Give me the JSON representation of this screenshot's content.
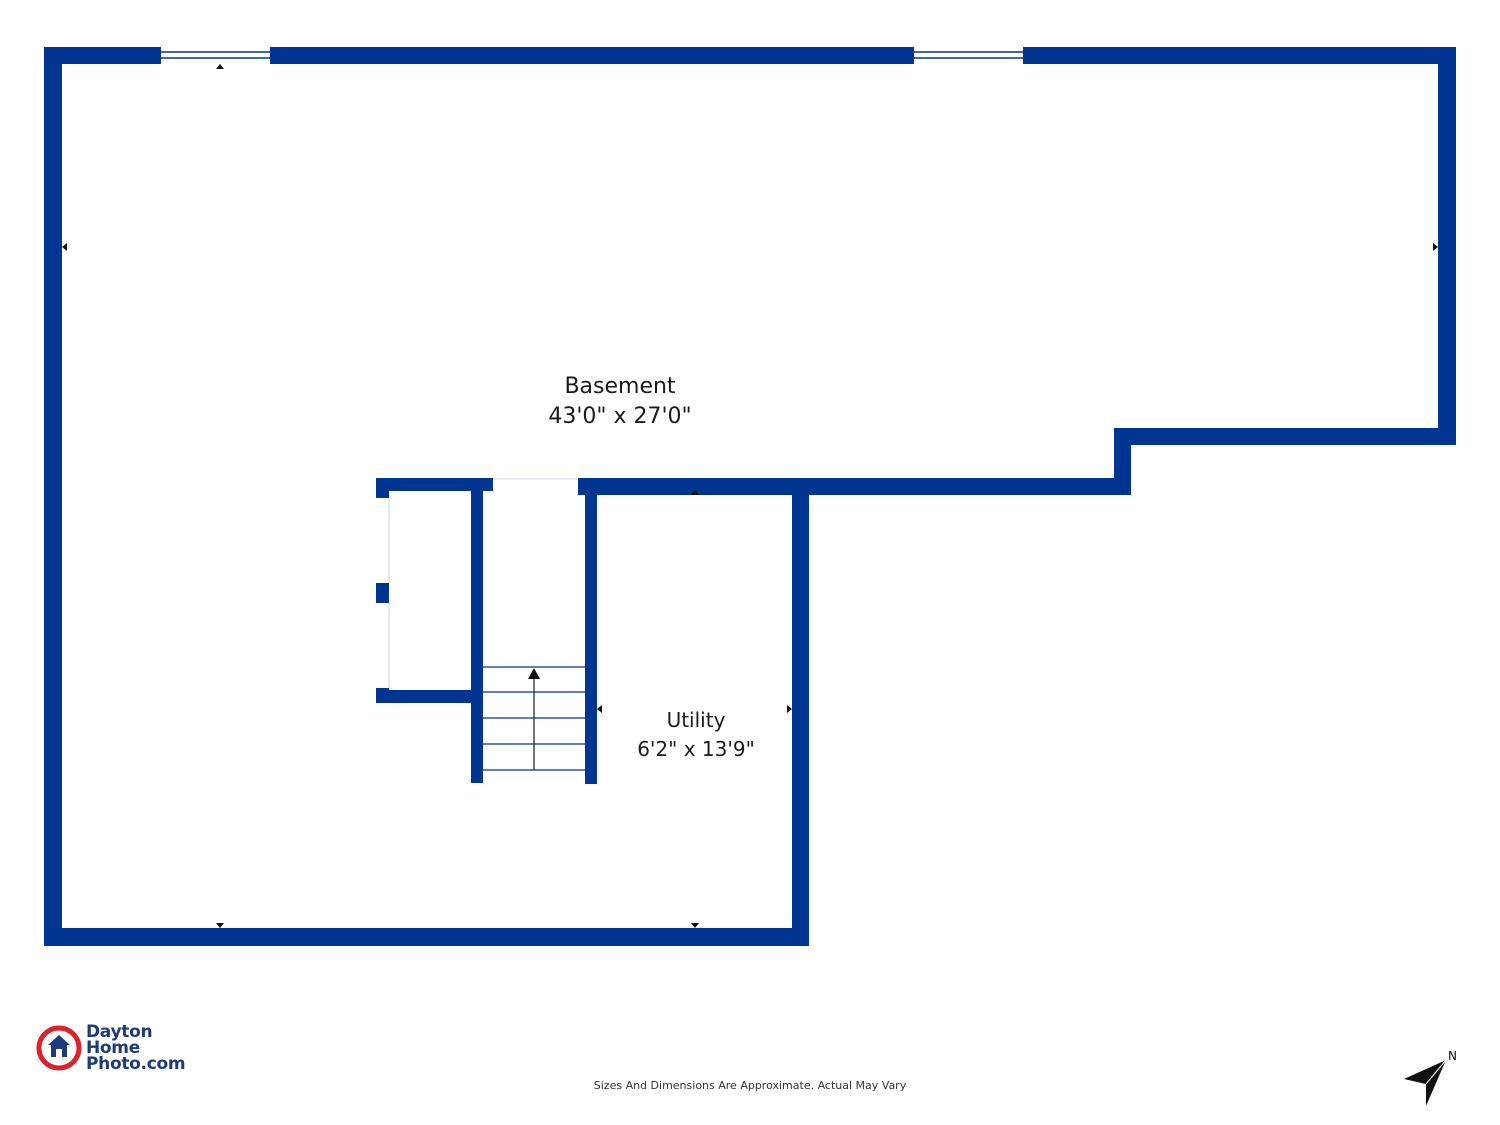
{
  "colors": {
    "wall": "#003591",
    "background": "#ffffff",
    "text": "#1a1a1a",
    "brand": "#1d3a7a",
    "brand_ring": "#d9232d"
  },
  "rooms": {
    "basement": {
      "name": "Basement",
      "dimensions": "43'0\" x 27'0\""
    },
    "utility": {
      "name": "Utility",
      "dimensions": "6'2\" x 13'9\""
    }
  },
  "brand": {
    "line1": "Dayton",
    "line2": "Home",
    "line3": "Photo.com",
    "icon": "house-logo-icon"
  },
  "disclaimer": "Sizes And Dimensions Are Approximate. Actual May Vary",
  "compass": {
    "label": "N",
    "icon": "north-arrow-icon"
  }
}
